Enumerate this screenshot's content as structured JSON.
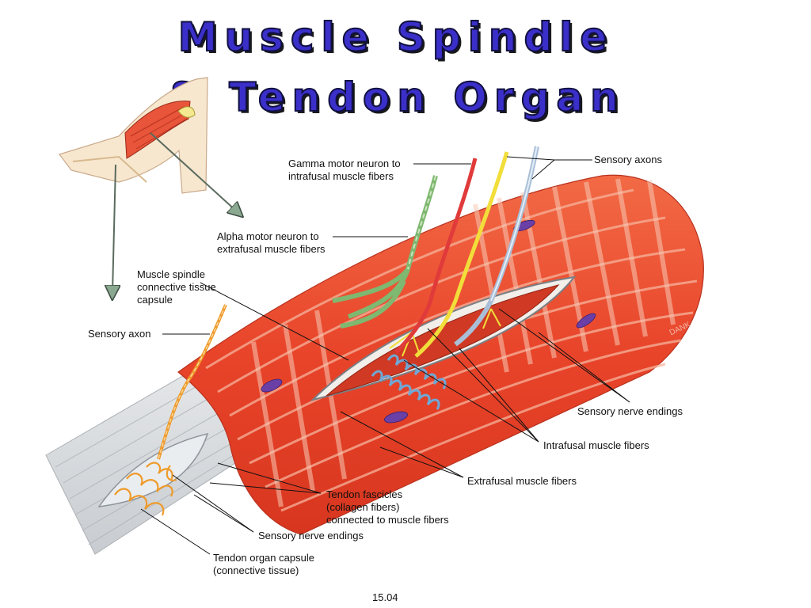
{
  "title": {
    "line1": "Muscle Spindle",
    "line2": "& Tendon Organ"
  },
  "labels": {
    "gamma_motor_neuron": [
      "Gamma motor neuron to",
      "intrafusal muscle fibers"
    ],
    "sensory_axons": "Sensory axons",
    "alpha_motor_neuron": [
      "Alpha motor neuron to",
      "extrafusal muscle fibers"
    ],
    "muscle_spindle_capsule": [
      "Muscle spindle",
      "connective tissue",
      "capsule"
    ],
    "sensory_axon": "Sensory axon",
    "sensory_nerve_endings_spindle": "Sensory nerve endings",
    "intrafusal_muscle_fibers": "Intrafusal muscle fibers",
    "extrafusal_muscle_fibers": "Extrafusal muscle fibers",
    "tendon_fascicles": [
      "Tendon fascicles",
      "(collagen fibers)",
      "connected to muscle fibers"
    ],
    "sensory_nerve_endings_tendon": "Sensory nerve endings",
    "tendon_organ_capsule": [
      "Tendon organ capsule",
      "(connective tissue)"
    ]
  },
  "artist_signature": "DANK",
  "figure_number": "15.04",
  "colors": {
    "title": "#3b2fc9",
    "muscle": "#e8442a",
    "muscle_stripe": "#f6b39c",
    "tendon": "#d6d9dc",
    "gamma_neuron": "#e03a3a",
    "alpha_neuron": "#7fb870",
    "sensory_axon": "#f2de3a",
    "nucleus": "#6a3fa6"
  }
}
